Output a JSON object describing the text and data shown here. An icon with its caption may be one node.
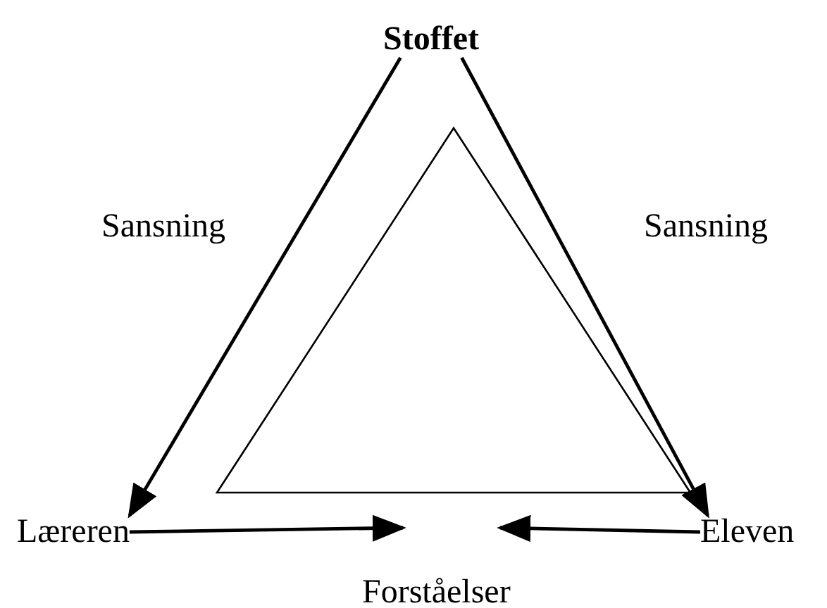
{
  "diagram": {
    "nodes": [
      {
        "text": [
          "Stoffet"
        ]
      },
      {
        "text": [
          "Læreren"
        ]
      },
      {
        "text": [
          "Eleven"
        ]
      }
    ],
    "edges": [
      {
        "from": 0,
        "to": 1,
        "arrow": "to",
        "label": "Sansning"
      },
      {
        "from": 0,
        "to": 2,
        "arrow": "to",
        "label": "Sansning"
      },
      {
        "from": 1,
        "to": null,
        "arrow": "to"
      },
      {
        "from": 2,
        "to": null,
        "arrow": "to"
      }
    ],
    "labels": [
      "Forståelser"
    ]
  }
}
